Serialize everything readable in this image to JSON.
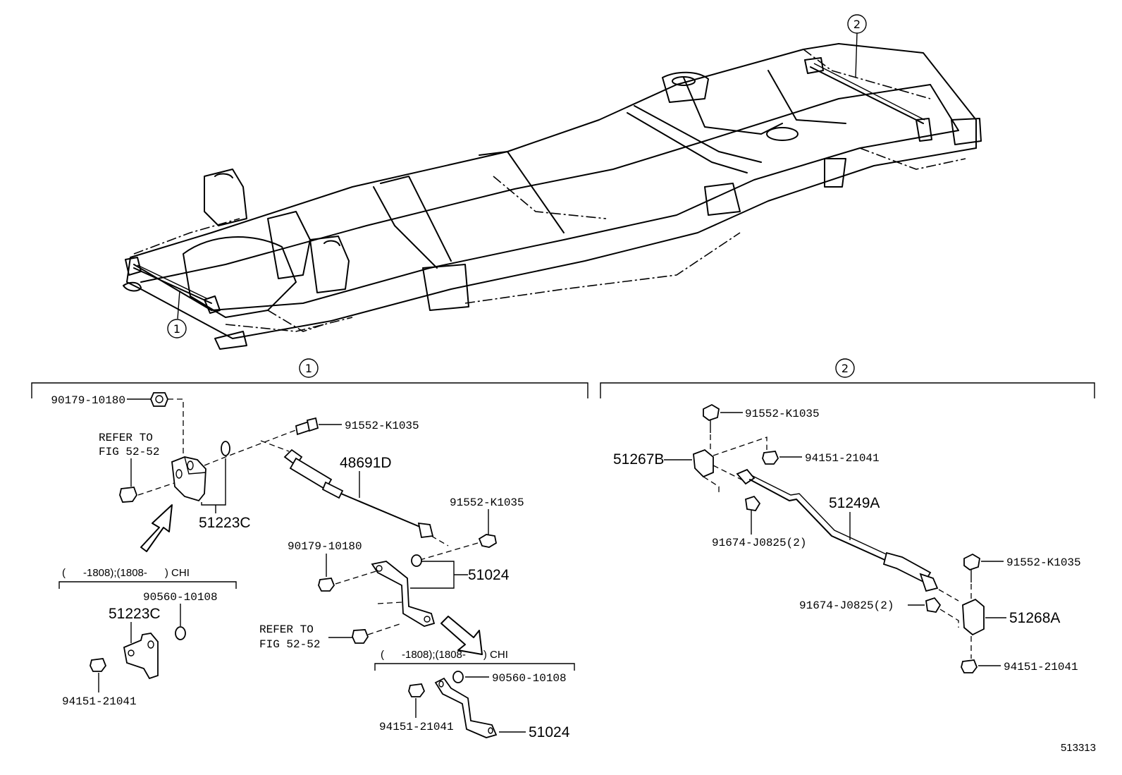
{
  "diagram": {
    "figure_number": "513313",
    "callouts": {
      "one": "1",
      "two": "2"
    },
    "section1": {
      "parts": {
        "nut_top": "90179-10180",
        "bolt_top": "91552-K1035",
        "refer_left_line1": "REFER TO",
        "refer_left_line2": "FIG 52-52",
        "bracket_51223c": "51223C",
        "shock_48691d": "48691D",
        "bolt_right": "91552-K1035",
        "nut_mid": "90179-10180",
        "bracket_51024": "51024",
        "refer_mid_line1": "REFER TO",
        "refer_mid_line2": "FIG 52-52"
      },
      "sub_left": {
        "condition": "(      -1808);(1808-      ) CHI",
        "washer": "90560-10108",
        "bracket": "51223C",
        "nut": "94151-21041"
      },
      "sub_right": {
        "condition": "(      -1808);(1808-      ) CHI",
        "washer": "90560-10108",
        "nut": "94151-21041",
        "bracket": "51024"
      }
    },
    "section2": {
      "parts": {
        "bolt_top": "91552-K1035",
        "bracket_front": "51267B",
        "nut_top": "94151-21041",
        "shock": "51249A",
        "bolt_mid": "91674-J0825(2)",
        "bolt_right": "91552-K1035",
        "bolt_right_mid": "91674-J0825(2)",
        "bracket_rear": "51268A",
        "nut_bottom": "94151-21041"
      }
    }
  }
}
